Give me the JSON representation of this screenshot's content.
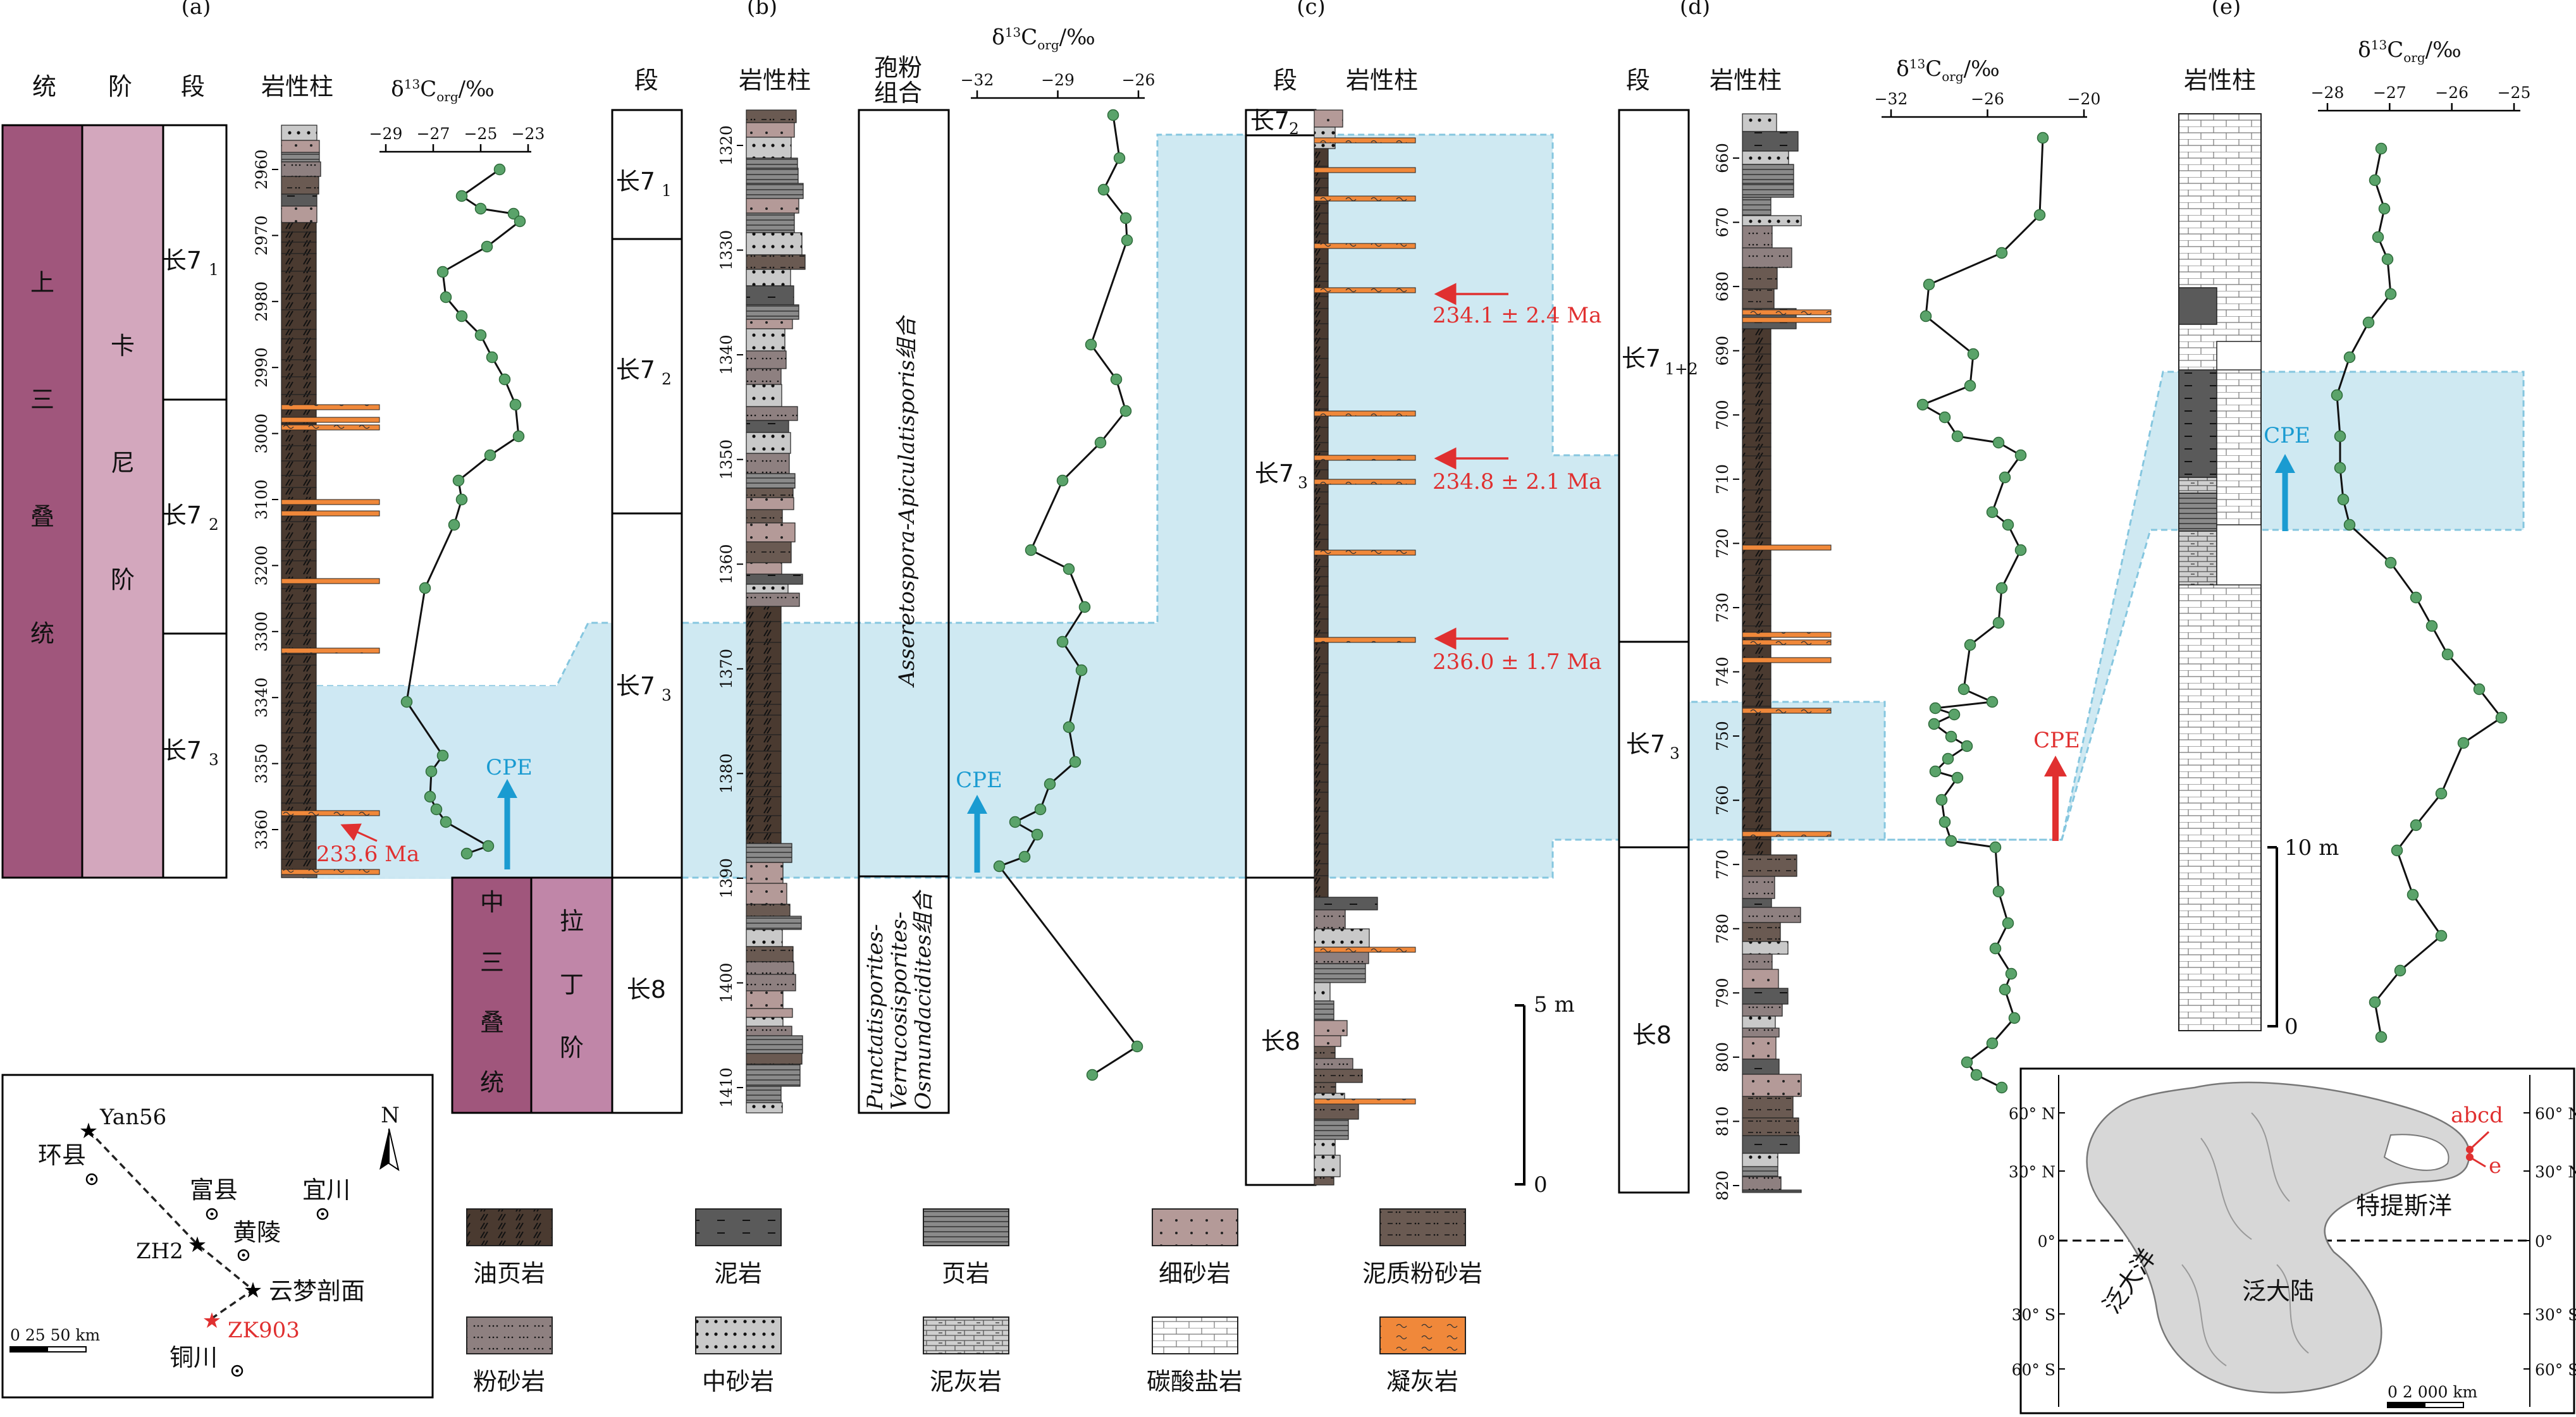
{
  "panels": {
    "a": {
      "label": "(a)",
      "headers": {
        "tong": "统",
        "jie": "阶",
        "duan": "段",
        "lith": "岩性柱"
      },
      "series_name": [
        "上",
        "三",
        "叠",
        "统"
      ],
      "stage_name": [
        "卡",
        "尼",
        "阶"
      ],
      "lower_series": [
        "中",
        "三",
        "叠",
        "统"
      ],
      "lower_stage": [
        "拉",
        "丁",
        "阶"
      ],
      "members": [
        "长7",
        "长7",
        "长7"
      ],
      "member_subs": [
        "1",
        "2",
        "3"
      ],
      "depth_ticks": [
        "2960",
        "2970",
        "2980",
        "2990",
        "3000",
        "3100",
        "3200",
        "3300",
        "3340",
        "3350",
        "3360"
      ],
      "carbon_ticks": [
        "−29",
        "−27",
        "−25",
        "−23"
      ],
      "age": "233.6 Ma",
      "cpe": "CPE"
    },
    "b": {
      "label": "(b)",
      "headers": {
        "duan": "段",
        "lith": "岩性柱",
        "spore": "孢粉",
        "spore2": "组合"
      },
      "members": [
        "长7",
        "长7",
        "长7",
        "长8"
      ],
      "member_subs": [
        "1",
        "2",
        "3",
        ""
      ],
      "depth_ticks": [
        "1320",
        "1330",
        "1340",
        "1350",
        "1360",
        "1370",
        "1380",
        "1390",
        "1400",
        "1410"
      ],
      "carbon_ticks": [
        "−32",
        "−29",
        "−26"
      ],
      "assemblage_upper": "Asseretospora-Apiculatisporis组合",
      "assemblage_lower": [
        "Punctatisporites-",
        "Verrucosisporites-",
        "Osmundacidites组合"
      ],
      "cpe": "CPE"
    },
    "c": {
      "label": "(c)",
      "headers": {
        "duan": "段",
        "lith": "岩性柱"
      },
      "members": [
        "长7",
        "长7",
        "长8"
      ],
      "member_subs": [
        "2",
        "3",
        ""
      ],
      "ages": [
        "234.1 ± 2.4 Ma",
        "234.8 ± 2.1 Ma",
        "236.0 ± 1.7 Ma"
      ],
      "scale_top": "5 m",
      "scale_bottom": "0"
    },
    "d": {
      "label": "(d)",
      "headers": {
        "duan": "段",
        "lith": "岩性柱"
      },
      "members": [
        "长7",
        "长7",
        "长8"
      ],
      "member_subs": [
        "1+2",
        "3",
        ""
      ],
      "depth_ticks": [
        "660",
        "670",
        "680",
        "690",
        "700",
        "710",
        "720",
        "730",
        "740",
        "750",
        "760",
        "770",
        "780",
        "790",
        "800",
        "810",
        "820"
      ],
      "carbon_ticks": [
        "−32",
        "−26",
        "−20"
      ],
      "cpe": "CPE"
    },
    "e": {
      "label": "(e)",
      "headers": {
        "lith": "岩性柱"
      },
      "carbon_ticks": [
        "−28",
        "−27",
        "−26",
        "−25"
      ],
      "scale_top": "10 m",
      "scale_bottom": "0",
      "cpe": "CPE"
    }
  },
  "carbon_axis_title": "δ13Corg/‰",
  "legend": [
    {
      "label": "油页岩",
      "kind": "oilshale"
    },
    {
      "label": "泥岩",
      "kind": "mud"
    },
    {
      "label": "页岩",
      "kind": "shale"
    },
    {
      "label": "细砂岩",
      "kind": "finesand"
    },
    {
      "label": "泥质粉砂岩",
      "kind": "mudsilt"
    },
    {
      "label": "粉砂岩",
      "kind": "silt"
    },
    {
      "label": "中砂岩",
      "kind": "medsand"
    },
    {
      "label": "泥灰岩",
      "kind": "marl"
    },
    {
      "label": "碳酸盐岩",
      "kind": "carbonate"
    },
    {
      "label": "凝灰岩",
      "kind": "tuff"
    }
  ],
  "location_map": {
    "north": "N",
    "places": [
      "Yan56",
      "环县",
      "富县",
      "宜川",
      "黄陵",
      "ZH2",
      "云梦剖面",
      "ZK903",
      "铜川"
    ],
    "scale": "0  25  50 km"
  },
  "paleo_map": {
    "lat_labels": [
      "60° N",
      "30° N",
      "0°",
      "30° S",
      "60° S"
    ],
    "site_labels": [
      "abcd",
      "e"
    ],
    "ocean1": "特提斯洋",
    "ocean2": "泛大洋",
    "continent": "泛大陆",
    "scale": "0    2 000 km"
  },
  "colors": {
    "cpe_band": "#cde8f2",
    "cpe_border": "#7fc4de",
    "curve": "#111111",
    "point": "#5aa36a",
    "tuff": "#f0883a",
    "red": "#e03030",
    "blue": "#1a9bd1",
    "series_purple": "#a0567c",
    "stage_pink": "#d3a7bd",
    "lower_purple": "#a0567c"
  }
}
